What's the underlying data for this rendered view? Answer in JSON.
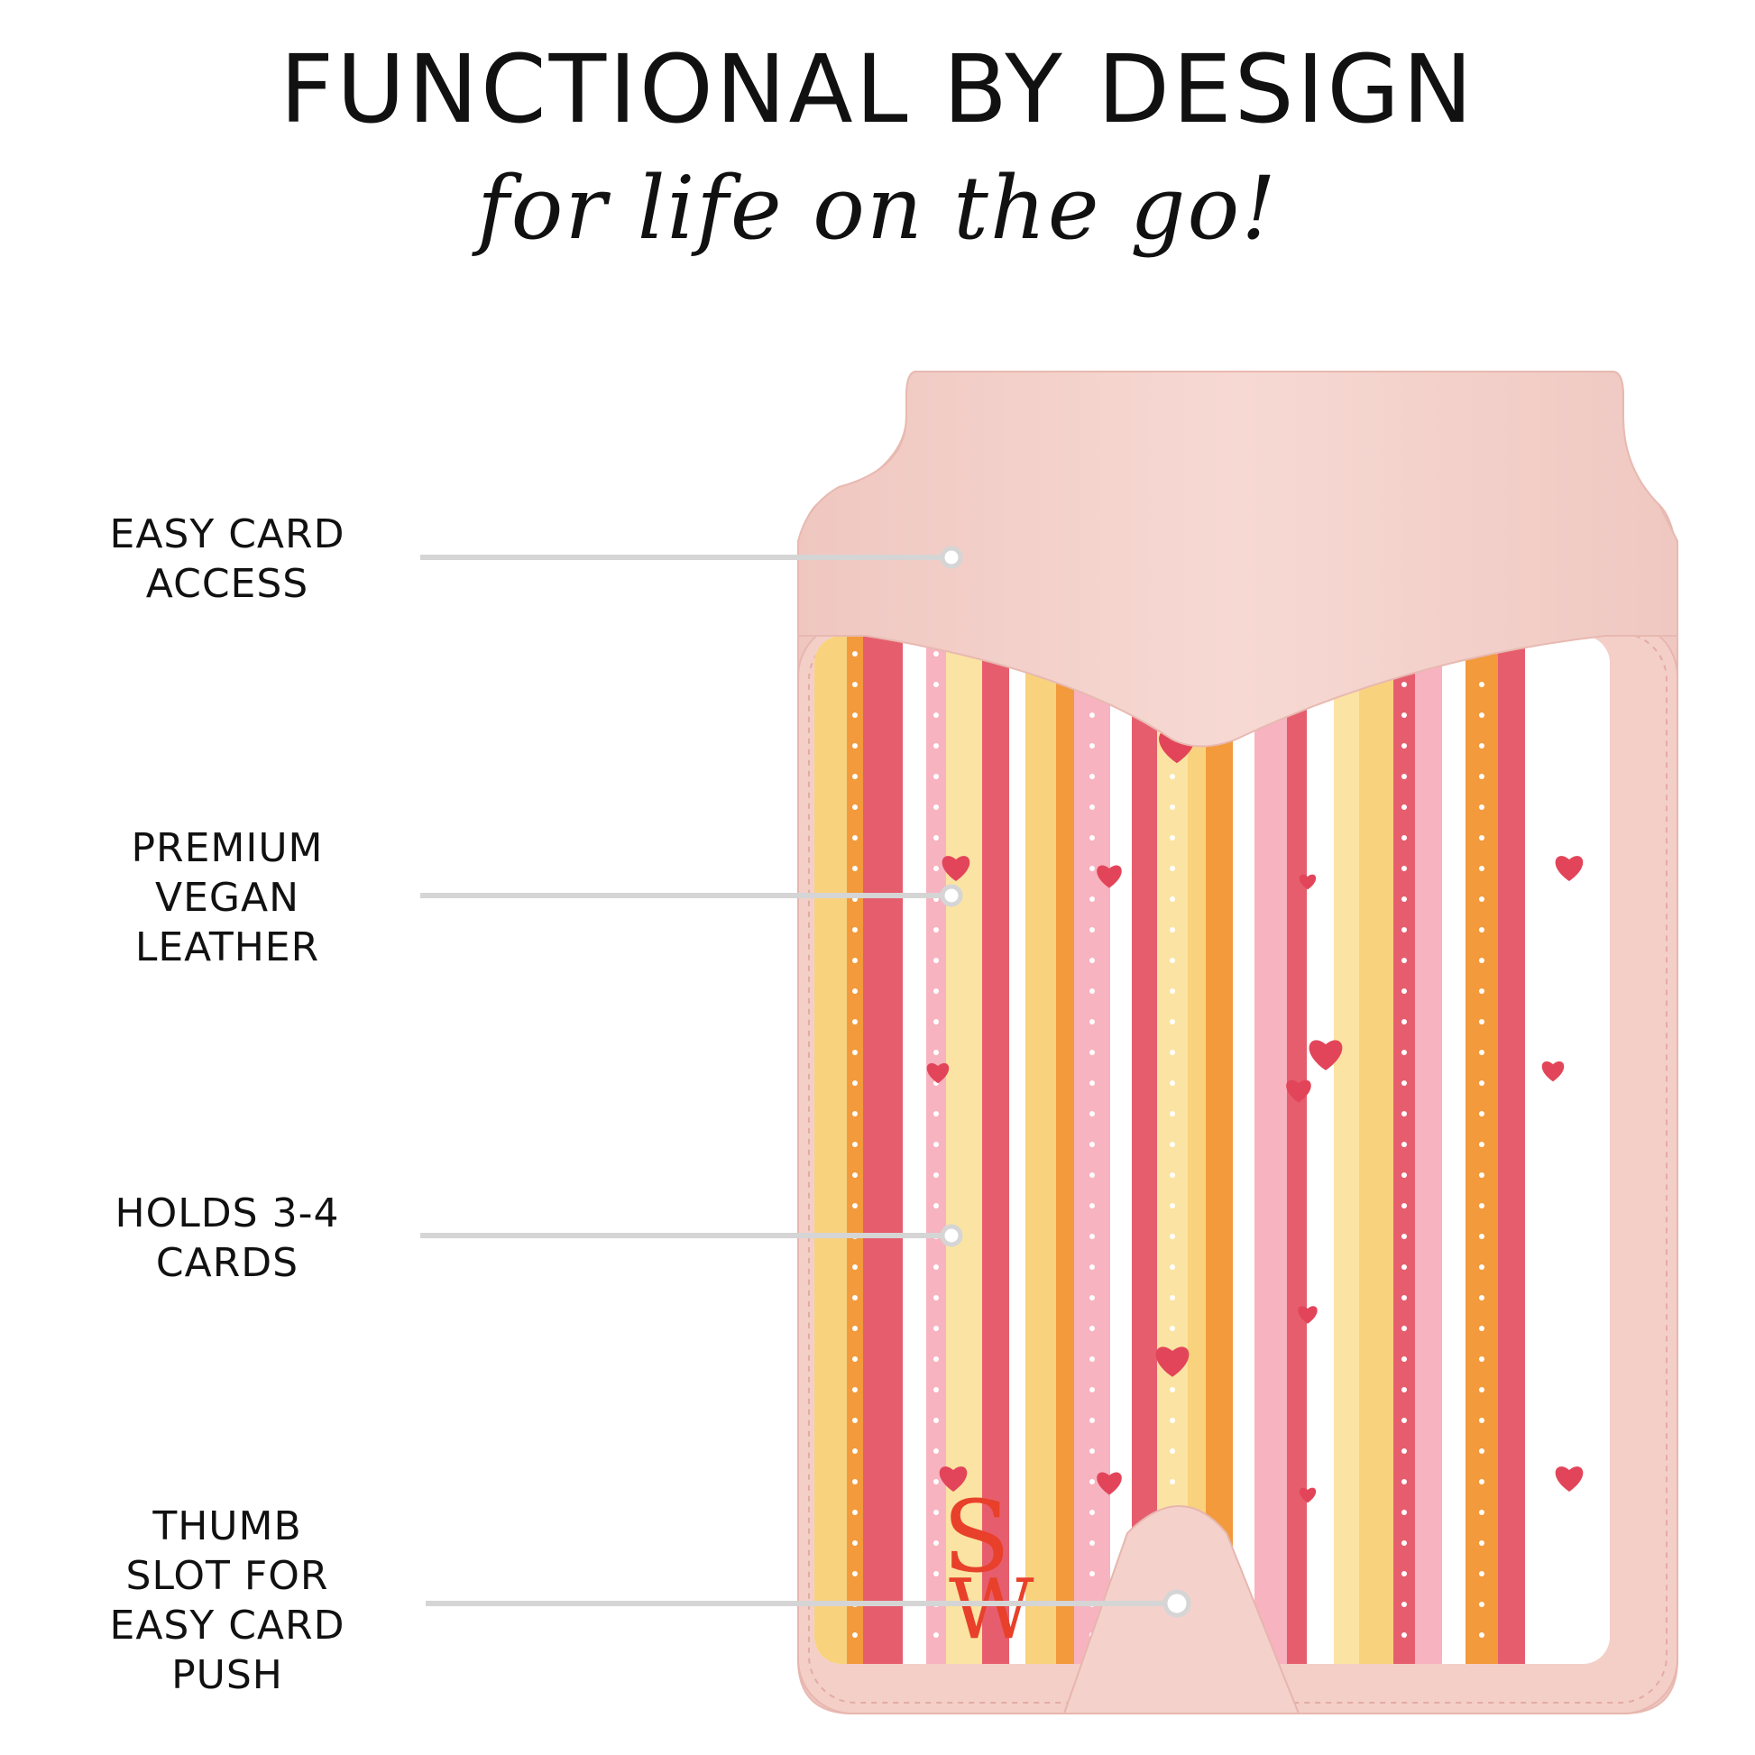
{
  "heading": {
    "title": "FUNCTIONAL BY DESIGN",
    "tagline": "for life on the go!"
  },
  "features": [
    {
      "line1": "EASY CARD",
      "line2": "ACCESS",
      "line3": "",
      "line4": ""
    },
    {
      "line1": "PREMIUM",
      "line2": "VEGAN",
      "line3": "LEATHER",
      "line4": ""
    },
    {
      "line1": "HOLDS 3-4",
      "line2": "CARDS",
      "line3": "",
      "line4": ""
    },
    {
      "line1": "THUMB",
      "line2": "SLOT FOR",
      "line3": "EASY CARD",
      "line4": "PUSH"
    }
  ],
  "product": {
    "monogram_letter_1": "S",
    "monogram_letter_2": "W",
    "leather_color": "#f5d3cd",
    "monogram_color": "#e8402a",
    "stripe_colors": [
      "#f9d27e",
      "#f29a3c",
      "#e65e6e",
      "#ffffff",
      "#f7b3c0",
      "#fbe3a3"
    ]
  }
}
